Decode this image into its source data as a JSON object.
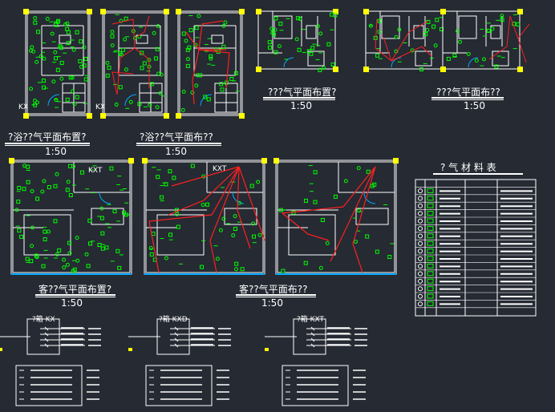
{
  "plans": {
    "p1_title": "?浴??气平面布置?",
    "p1_scale": "1:50",
    "p2_title": "?浴??气平面布??",
    "p2_scale": "1:50",
    "p3_title": "???气平面布置?",
    "p3_scale": "1:50",
    "p4_title": "???气平面布??",
    "p4_scale": "1:50",
    "p5_title": "客??气平面布置?",
    "p5_scale": "1:50",
    "p6_title": "客??气平面布??",
    "p6_scale": "1:50"
  },
  "tags": {
    "kx1": "KX",
    "kx2": "KX",
    "kxt1": "KXT",
    "kxt2": "KXT"
  },
  "table": {
    "title": "? 气 材 料 表",
    "rows": 17
  },
  "panels": {
    "pn1": "?箱 KX",
    "pn2": "?箱 KXD",
    "pn3": "?箱 KXT"
  },
  "colors": {
    "wall": "#ffffff",
    "device": "#00ff00",
    "wire": "#ff2020",
    "column": "#ffff00",
    "door": "#00aaff",
    "background": "#252a33"
  }
}
